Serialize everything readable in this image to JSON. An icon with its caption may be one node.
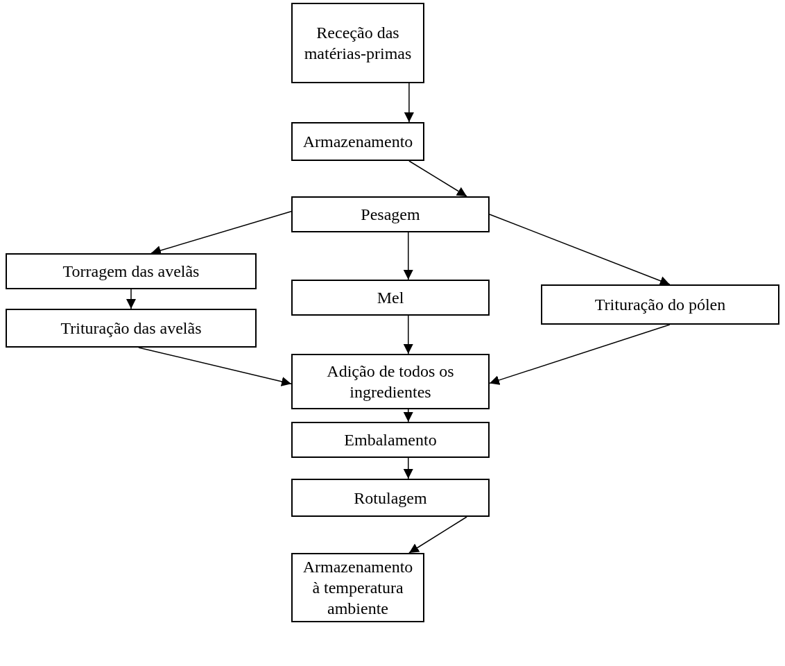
{
  "diagram": {
    "nodes": [
      {
        "text": [
          "Receção das matérias-primas"
        ]
      },
      {
        "text": [
          "Armazenamento"
        ]
      },
      {
        "text": [
          "Pesagem"
        ]
      },
      {
        "text": [
          "Torragem das avelãs"
        ]
      },
      {
        "text": [
          "Mel"
        ]
      },
      {
        "text": [
          "Trituração do pólen"
        ]
      },
      {
        "text": [
          "Trituração das avelãs"
        ]
      },
      {
        "text": [
          "Adição de todos os ingredientes"
        ]
      },
      {
        "text": [
          "Embalamento"
        ]
      },
      {
        "text": [
          "Rotulagem"
        ]
      },
      {
        "text": [
          "Armazenamento à temperatura ambiente"
        ]
      }
    ],
    "edges": [
      {
        "from": 0,
        "to": 1,
        "arrow": "to"
      },
      {
        "from": 1,
        "to": 2,
        "arrow": "to"
      },
      {
        "from": 2,
        "to": 3,
        "arrow": "to"
      },
      {
        "from": 2,
        "to": 4,
        "arrow": "to"
      },
      {
        "from": 2,
        "to": 5,
        "arrow": "to"
      },
      {
        "from": 3,
        "to": 6,
        "arrow": "to"
      },
      {
        "from": 4,
        "to": 7,
        "arrow": "to"
      },
      {
        "from": 6,
        "to": 7,
        "arrow": "to"
      },
      {
        "from": 5,
        "to": 7,
        "arrow": "to"
      },
      {
        "from": 7,
        "to": 8,
        "arrow": "to"
      },
      {
        "from": 8,
        "to": 9,
        "arrow": "to"
      },
      {
        "from": 9,
        "to": 10,
        "arrow": "to"
      }
    ]
  }
}
